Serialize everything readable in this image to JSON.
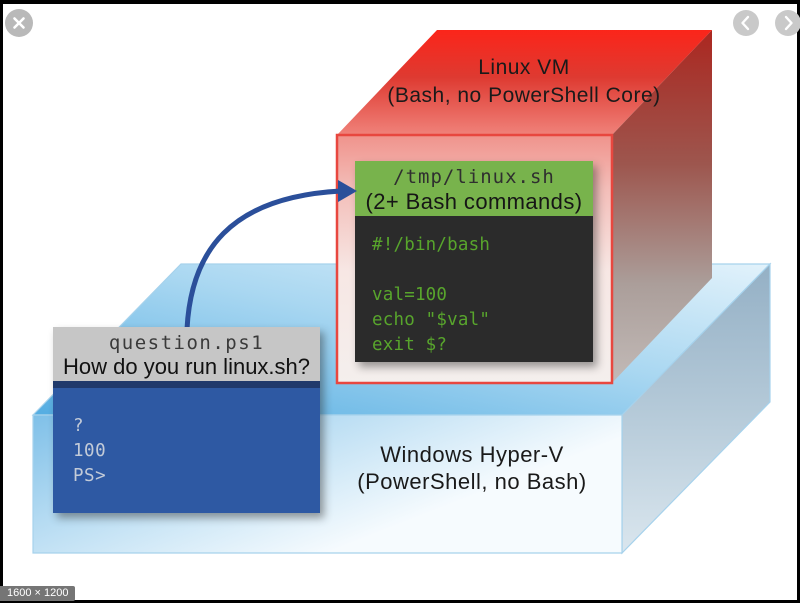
{
  "viewer": {
    "size_badge": "1600 × 1200",
    "close_icon": "close-x",
    "prev_icon": "chevron-left",
    "next_icon": "chevron-right"
  },
  "diagram": {
    "vm_box": {
      "title": "Linux VM",
      "subtitle": "(Bash, no PowerShell Core)"
    },
    "script_card": {
      "filename": "/tmp/linux.sh",
      "subtitle": "(2+ Bash commands)",
      "code_lines": [
        "#!/bin/bash",
        "",
        "val=100",
        "echo \"$val\"",
        "exit $?"
      ]
    },
    "host_box": {
      "title": "Windows Hyper-V",
      "subtitle": "(PowerShell, no Bash)"
    },
    "question_card": {
      "filename": "question.ps1",
      "question": "How do you run linux.sh?",
      "terminal_lines": [
        "?",
        "100",
        "PS>"
      ]
    },
    "colors": {
      "vm_red_border": "#e8473f",
      "host_blue": "#54ade2",
      "script_green": "#78b34c",
      "terminal_dark": "#2b2b2b",
      "terminal_blue": "#2e59a3",
      "code_green": "#58a52c",
      "arrow_blue": "#2b4f9a",
      "header_gray": "#c6c6c6"
    }
  }
}
